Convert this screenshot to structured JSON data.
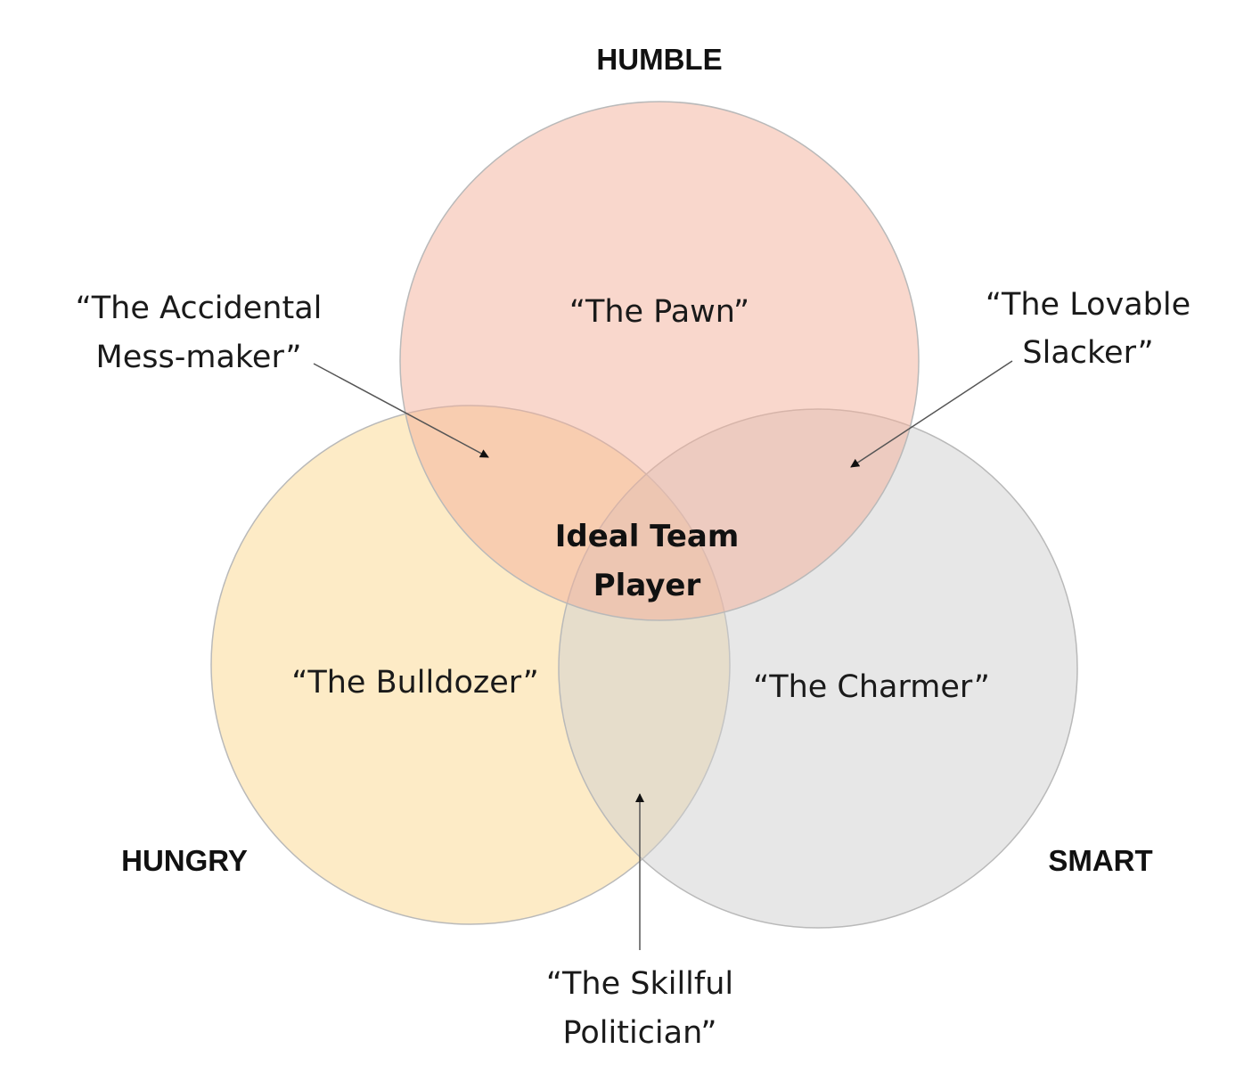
{
  "sets": {
    "humble": "HUMBLE",
    "hungry": "HUNGRY",
    "smart": "SMART"
  },
  "regions": {
    "humble_only": "“The Pawn”",
    "hungry_only": "“The Bulldozer”",
    "smart_only": "“The Charmer”",
    "center_line1": "Ideal Team",
    "center_line2": "Player"
  },
  "callouts": {
    "humble_hungry_line1": "“The Accidental",
    "humble_hungry_line2": "Mess-maker”",
    "humble_smart_line1": "“The Lovable",
    "humble_smart_line2": "Slacker”",
    "hungry_smart_line1": "“The Skillful",
    "hungry_smart_line2": "Politician”"
  },
  "colors": {
    "humble_fill": "#f4b09a",
    "hungry_fill": "#fcd88e",
    "smart_fill": "#cfcfcf"
  }
}
